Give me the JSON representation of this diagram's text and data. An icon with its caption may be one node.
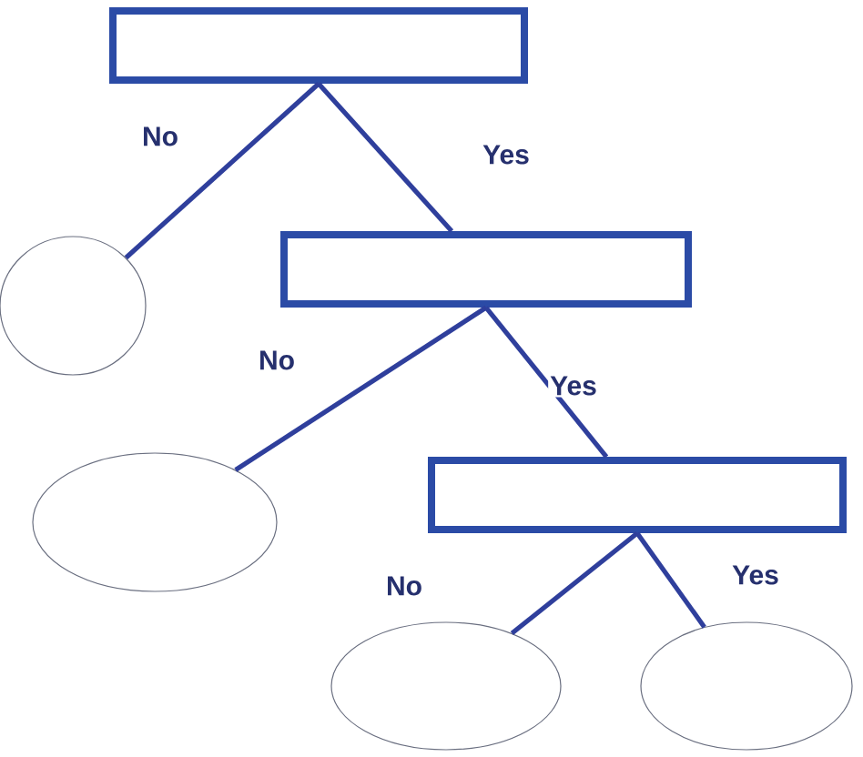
{
  "diagram": {
    "nodes": [
      {
        "text": [],
        "shape": "box"
      },
      {
        "text": [],
        "shape": "ellipse"
      },
      {
        "text": [],
        "shape": "box"
      },
      {
        "text": [],
        "shape": "ellipse"
      },
      {
        "text": [],
        "shape": "box"
      },
      {
        "text": [],
        "shape": "ellipse"
      },
      {
        "text": [],
        "shape": "ellipse"
      }
    ],
    "edges": [
      {
        "from": 0,
        "to": 1,
        "arrow": "none",
        "label": "No"
      },
      {
        "from": 0,
        "to": 2,
        "arrow": "none",
        "label": "Yes"
      },
      {
        "from": 2,
        "to": 3,
        "arrow": "none",
        "label": "No"
      },
      {
        "from": 2,
        "to": 4,
        "arrow": "none",
        "label": "Yes"
      },
      {
        "from": 4,
        "to": 5,
        "arrow": "none",
        "label": "No"
      },
      {
        "from": 4,
        "to": 6,
        "arrow": "none",
        "label": "Yes"
      }
    ]
  }
}
